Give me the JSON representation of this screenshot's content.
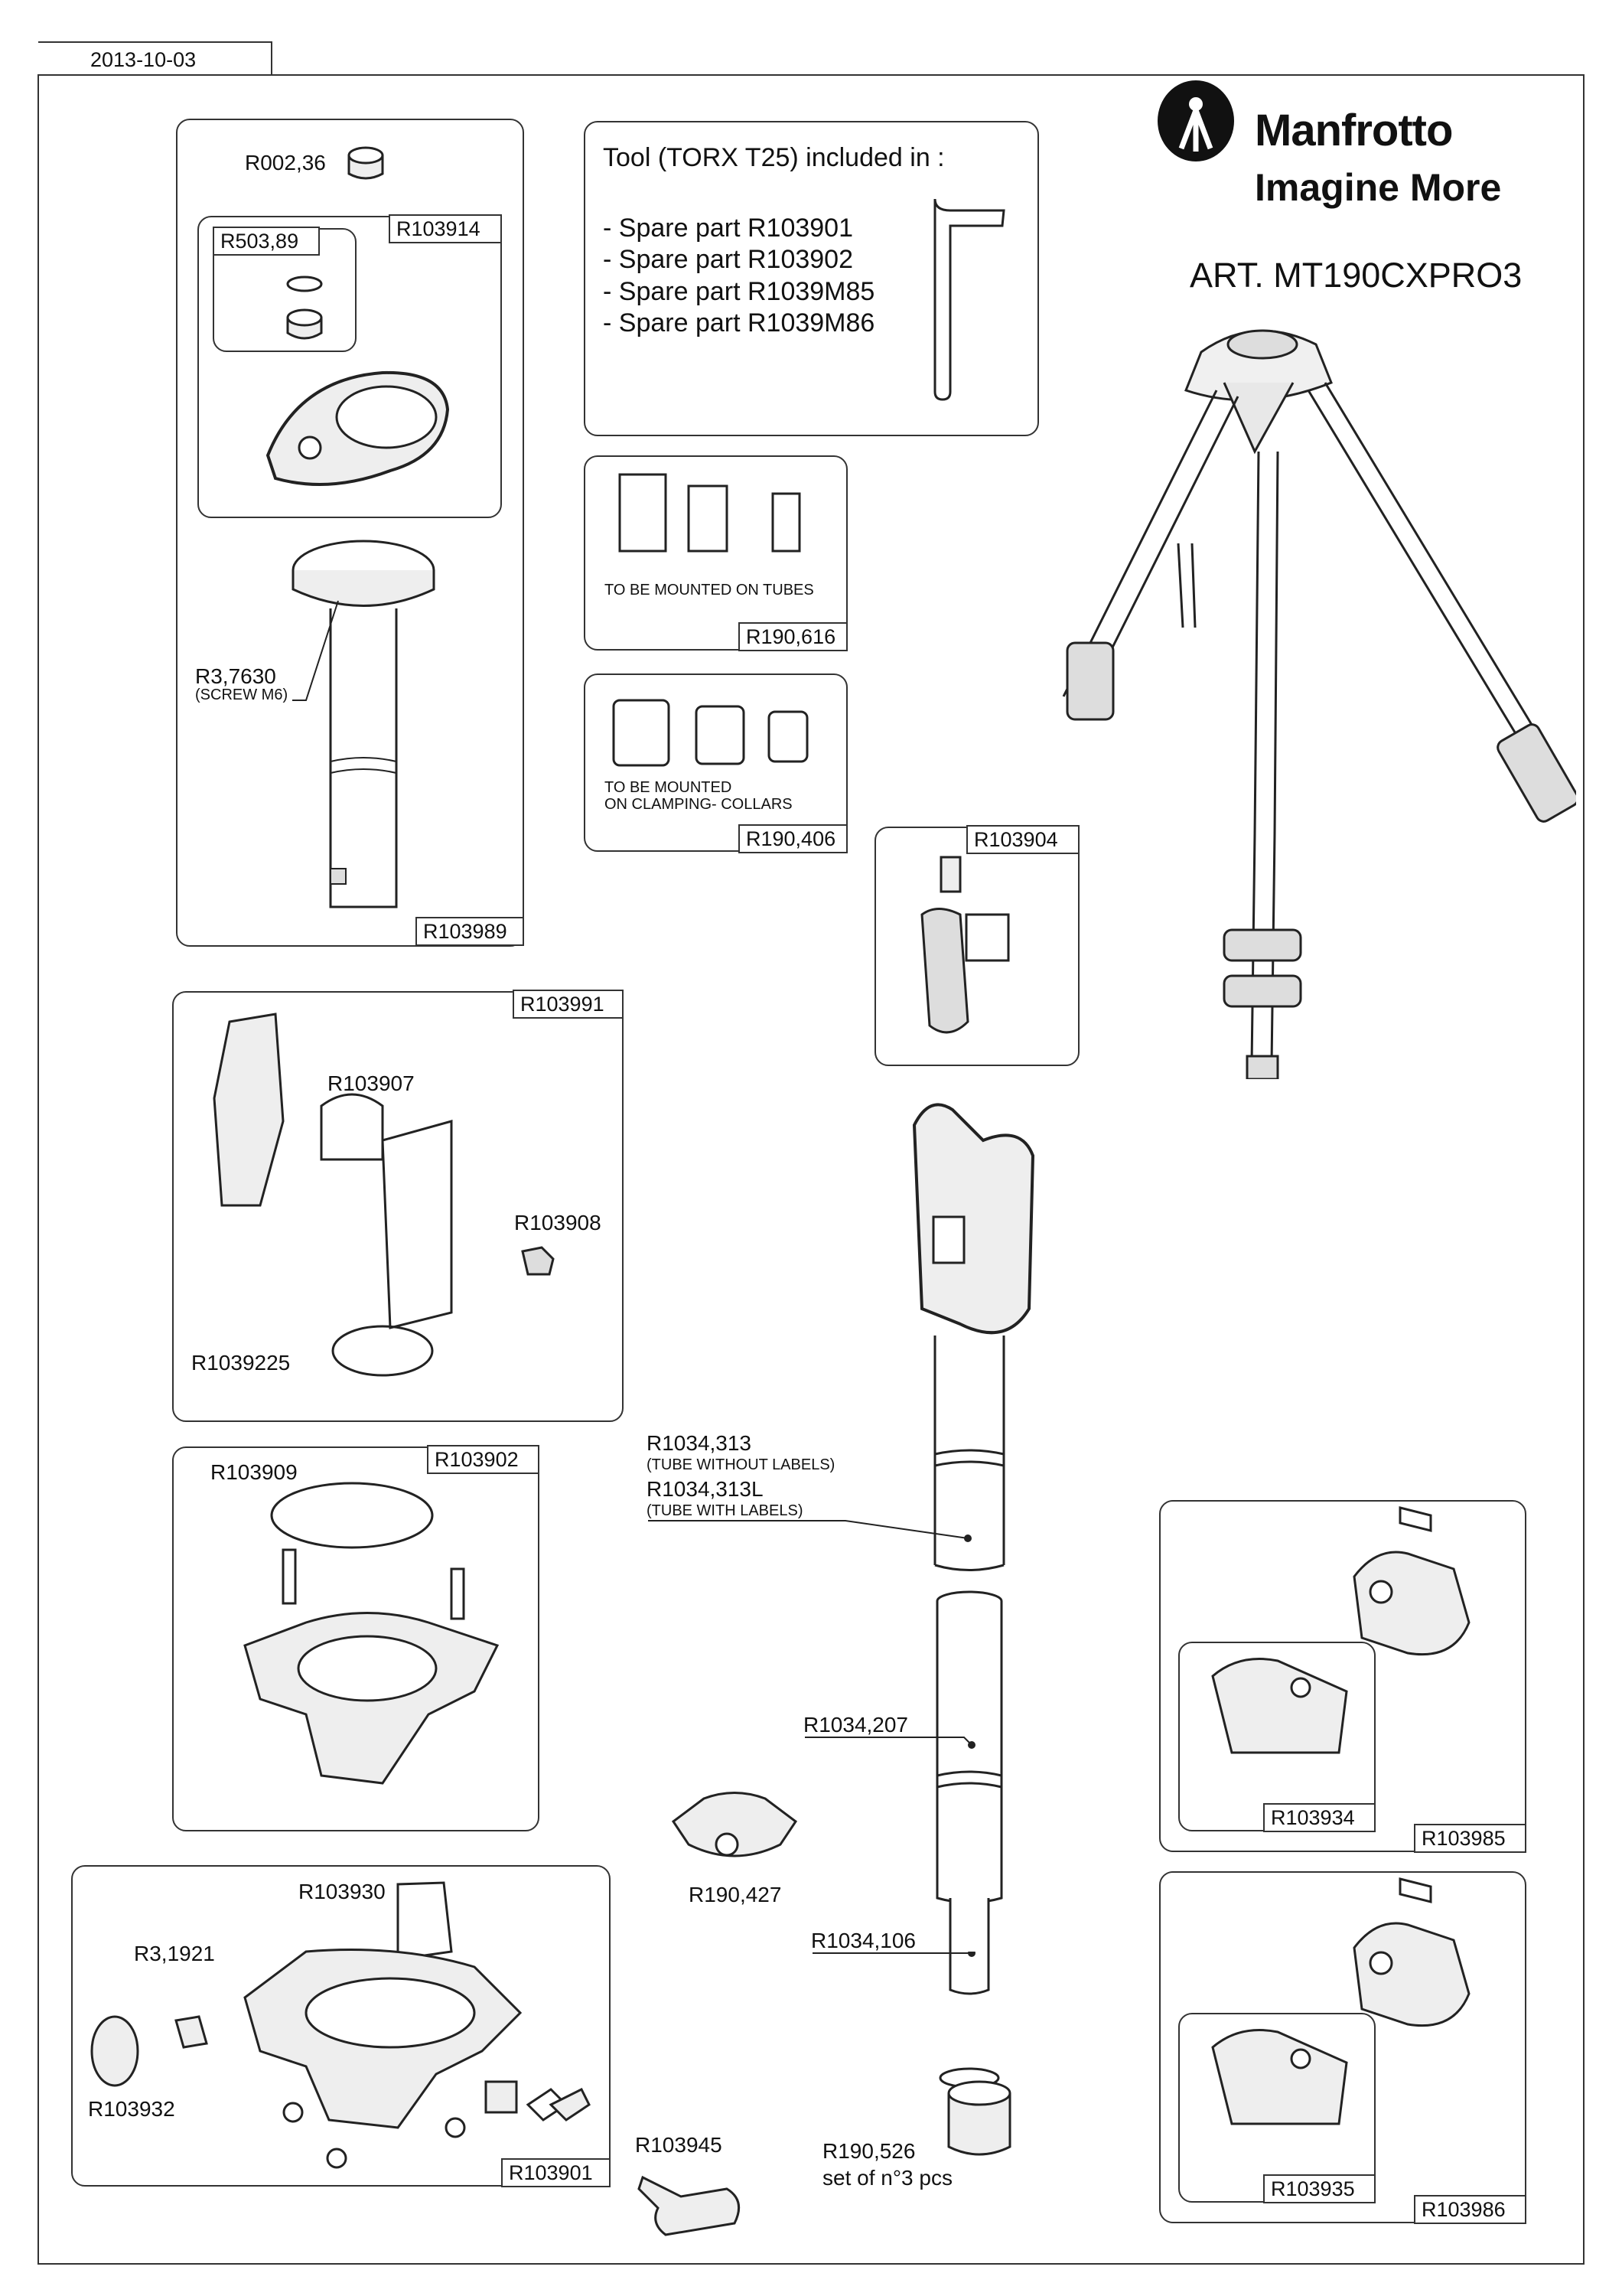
{
  "header": {
    "date": "2013-10-03",
    "brand_name": "Manfrotto",
    "tagline": "Imagine More",
    "article": "ART. MT190CXPRO3"
  },
  "tool_box": {
    "title": "Tool (TORX T25) included in :",
    "items": [
      "- Spare part R103901",
      "- Spare part R103902",
      "- Spare part R1039M85",
      "- Spare part R1039M86"
    ]
  },
  "boxes": {
    "r103989": {
      "tag": "R103989",
      "label_cap": "R002,36",
      "label_screw": "R3,7630",
      "label_screw_note": "(SCREW M6)"
    },
    "r103914": {
      "tag": "R103914",
      "inner_tag": "R503,89"
    },
    "r190616": {
      "tag": "R190,616",
      "note": "TO BE MOUNTED ON TUBES"
    },
    "r190406": {
      "tag": "R190,406",
      "note_line1": "TO BE MOUNTED",
      "note_line2": "ON CLAMPING- COLLARS"
    },
    "r103904": {
      "tag": "R103904"
    },
    "r103991": {
      "tag": "R103991",
      "l1": "R103907",
      "l2": "R103908",
      "l3": "R1039225"
    },
    "r103902": {
      "tag": "R103902",
      "l1": "R103909"
    },
    "r103901": {
      "tag": "R103901",
      "l1": "R103930",
      "l2": "R3,1921",
      "l3": "R103932"
    },
    "r103985": {
      "tag": "R103985",
      "inner_tag": "R103934"
    },
    "r103986": {
      "tag": "R103986",
      "inner_tag": "R103935"
    }
  },
  "parts": {
    "tube_313": "R1034,313",
    "tube_313_note": "(TUBE WITHOUT LABELS)",
    "tube_313l": "R1034,313L",
    "tube_313l_note": "(TUBE WITH LABELS)",
    "tube_207": "R1034,207",
    "tube_106": "R1034,106",
    "collar": "R190,427",
    "knob": "R103945",
    "feet": "R190,526",
    "feet_note": "set of n°3 pcs"
  }
}
